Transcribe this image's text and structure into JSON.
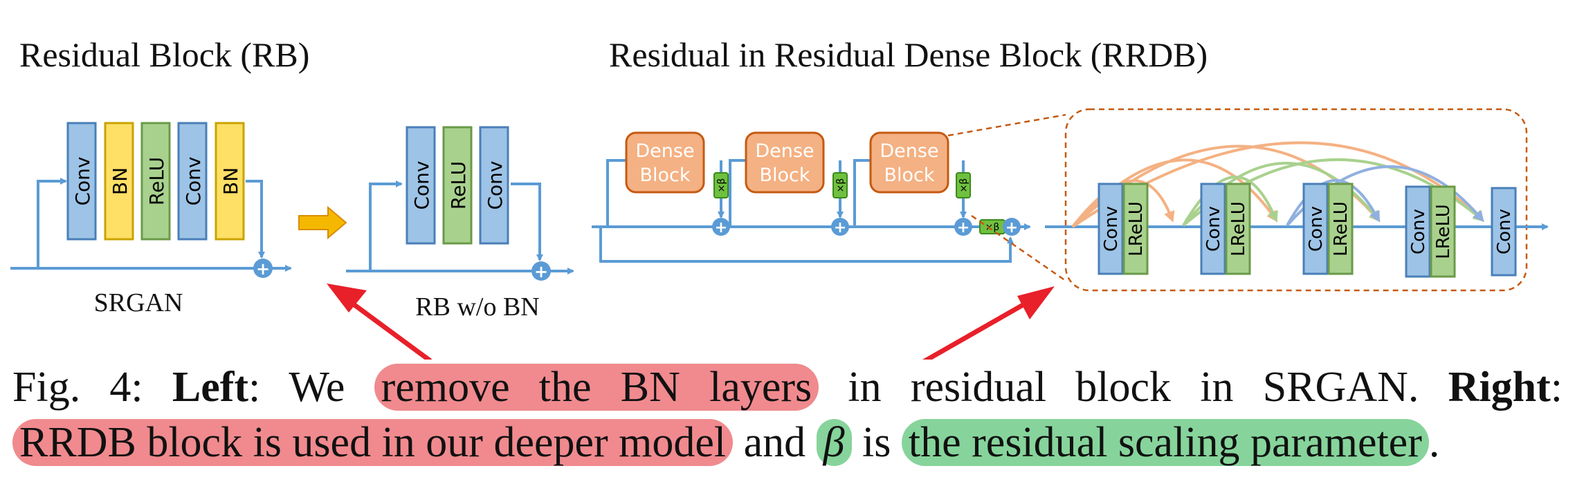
{
  "titles": {
    "rb": "Residual Block (RB)",
    "rrdb": "Residual in Residual Dense Block (RRDB)"
  },
  "sublabels": {
    "srgan": "SRGAN",
    "rb_wo_bn": "RB w/o BN"
  },
  "layers": {
    "conv": "Conv",
    "bn": "BN",
    "relu": "ReLU",
    "lrelu": "LReLU",
    "dense_block_1": "Dense",
    "dense_block_2": "Block",
    "beta_scale": "×β",
    "plus": "+"
  },
  "caption": {
    "fig": "Fig. 4: ",
    "left": "Left",
    "colon1": ": We ",
    "hl1": "remove the BN layers",
    "mid1": " in residual block in SRGAN. ",
    "right": "Right",
    "colon2": ":",
    "hl2": "RRDB block is used in our deeper model",
    "and": " and ",
    "beta": "β",
    "is": " is ",
    "hl3": "the residual scaling parameter",
    "end": "."
  },
  "colors": {
    "conv": "#9dc3e6",
    "bn": "#ffe066",
    "relu": "#a9d18e",
    "dense": "#f4b183",
    "line": "#5b9bd5",
    "arrow_red": "#e8202a",
    "highlight_red": "#f08a8e",
    "highlight_green": "#86d49b"
  }
}
